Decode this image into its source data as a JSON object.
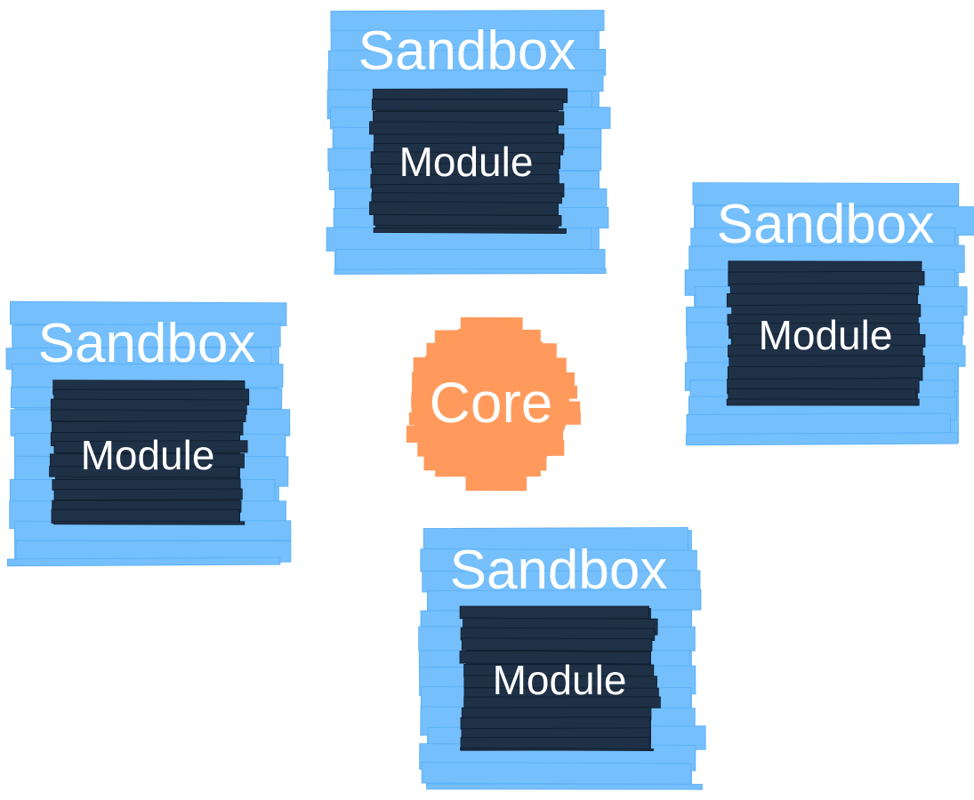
{
  "colors": {
    "sandbox": "#74bffc",
    "sandbox_stroke": "#5aaef5",
    "module": "#1f3147",
    "module_stroke": "#0f1c2b",
    "core": "#ff9a5c",
    "text": "#ffffff"
  },
  "core": {
    "label": "Core"
  },
  "sandboxes": [
    {
      "label": "Sandbox",
      "module_label": "Module"
    },
    {
      "label": "Sandbox",
      "module_label": "Module"
    },
    {
      "label": "Sandbox",
      "module_label": "Module"
    },
    {
      "label": "Sandbox",
      "module_label": "Module"
    }
  ]
}
